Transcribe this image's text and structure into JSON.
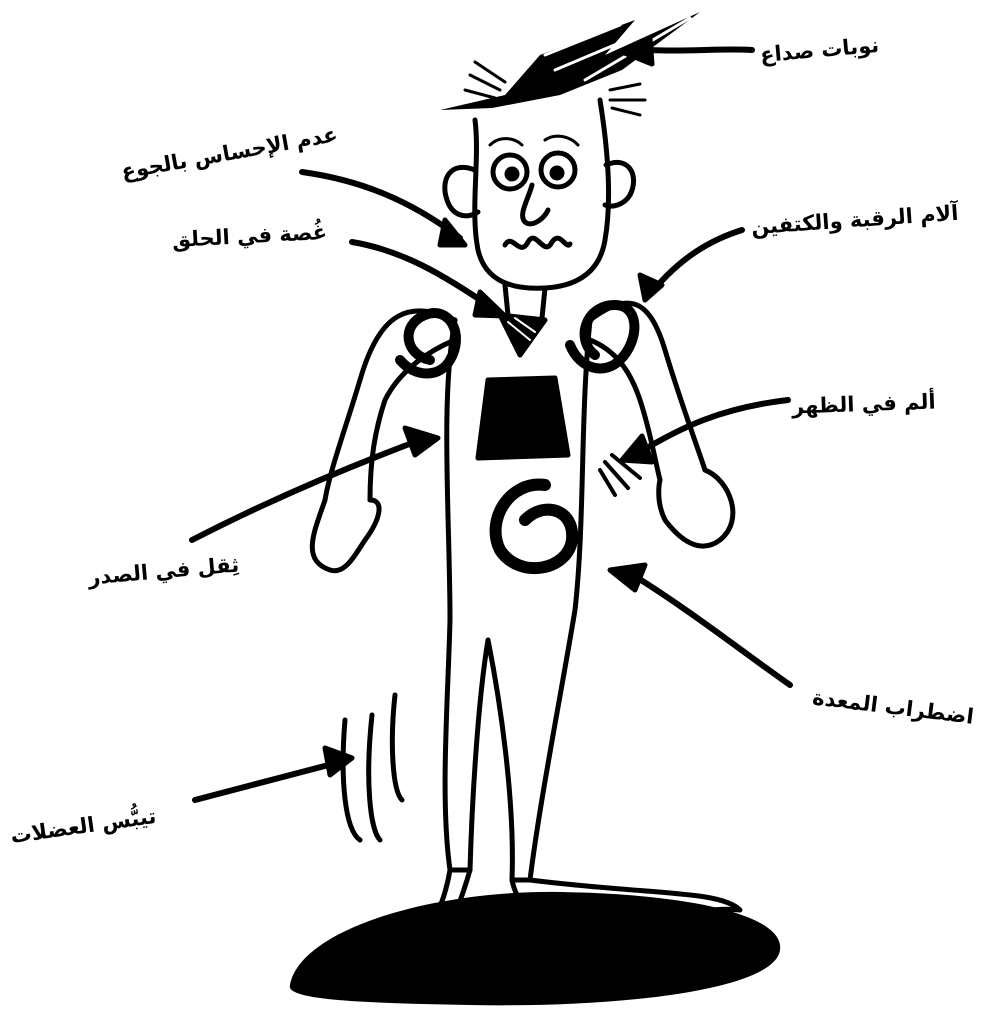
{
  "labels": {
    "headache": "نوبات صداع",
    "hunger": "عدم الإحساس بالجوع",
    "throat": "غُصة في الحلق",
    "neck_shoulders": "آلام الرقبة والكتفين",
    "back": "ألم في الظهر",
    "chest": "ثِقل في الصدر",
    "stomach": "اضطراب المعدة",
    "muscles": "تيبُّس العضلات"
  },
  "colors": {
    "ink": "#000000",
    "paper": "#ffffff"
  }
}
